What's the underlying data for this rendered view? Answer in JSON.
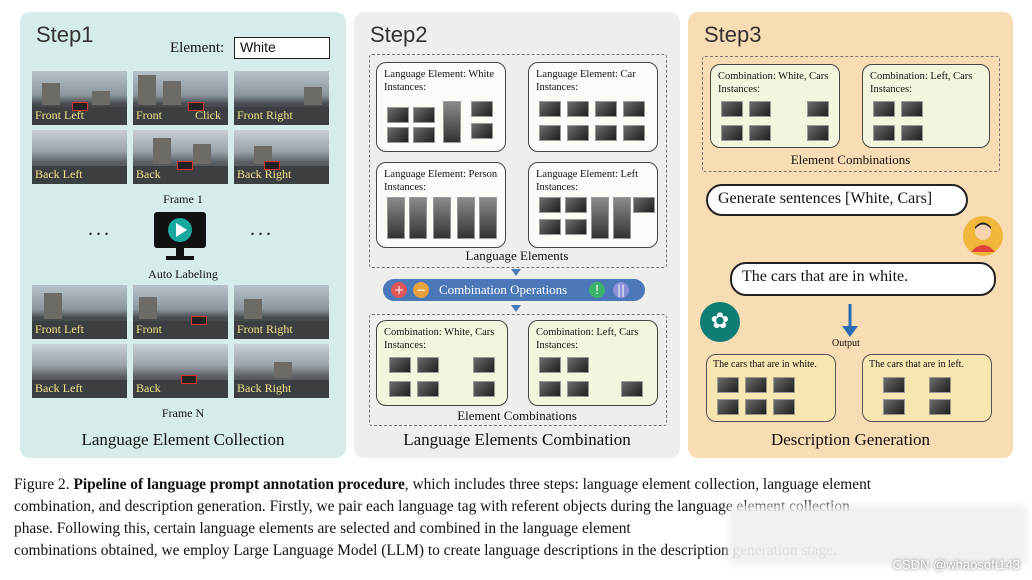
{
  "step1": {
    "title": "Step1",
    "element_label": "Element:",
    "element_value": "White",
    "cams_top": [
      "Front Left",
      "Front",
      "Front Right",
      "Back Left",
      "Back",
      "Back Right"
    ],
    "click_label": "Click",
    "frame1": "Frame 1",
    "ellipsis": "...",
    "auto_labeling": "Auto Labeling",
    "cams_bottom": [
      "Front Left",
      "Front",
      "Front Right",
      "Back Left",
      "Back",
      "Back Right"
    ],
    "frameN": "Frame N",
    "caption": "Language Element Collection"
  },
  "step2": {
    "title": "Step2",
    "instances": "Instances:",
    "cards": [
      "Language Element: White",
      "Language Element: Car",
      "Language Element: Person",
      "Language Element: Left"
    ],
    "language_elements": "Language Elements",
    "combination_operations": "Combination Operations",
    "ops_icons": [
      "+",
      "−",
      "!",
      "||"
    ],
    "combos": [
      "Combination: White, Cars",
      "Combination: Left, Cars"
    ],
    "element_combinations": "Element Combinations",
    "caption": "Language Elements Combination"
  },
  "step3": {
    "title": "Step3",
    "combos": [
      "Combination: White, Cars",
      "Combination: Left, Cars"
    ],
    "instances": "Instances:",
    "element_combinations": "Element Combinations",
    "prompt_bubble": "Generate sentences [White, Cars]",
    "answer_bubble": "The cars that are in white.",
    "output": "Output",
    "outputs": [
      "The cars that are in white.",
      "The cars that are in left."
    ],
    "caption": "Description Generation"
  },
  "figure": {
    "label": "Figure 2.",
    "bold": "Pipeline of language prompt annotation procedure",
    "line1_rest": ", which includes three steps: language element collection, language element",
    "line2": "combination, and description generation. Firstly, we pair each language tag with referent objects during the language element collection",
    "line3": "phase. Following this, certain language elements are selected and combined in the language element",
    "line4": "combinations obtained, we employ Large Language Model (LLM) to create language descriptions in the description generation stage."
  },
  "watermark": "CSDN @whaosoft143",
  "colors": {
    "step1_bg": "#d6ecea",
    "step2_bg": "#eeeeec",
    "step3_bg": "#f8dcb4",
    "ops_bar": "#4a78b8"
  }
}
